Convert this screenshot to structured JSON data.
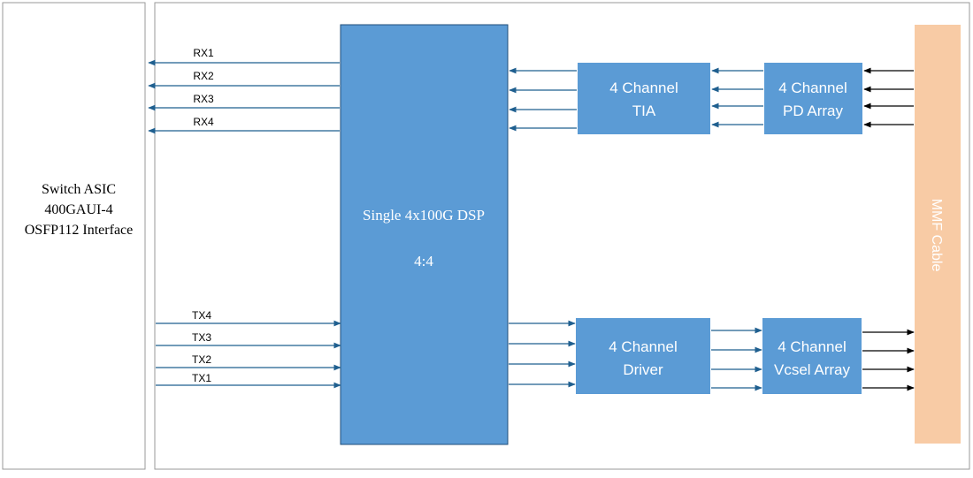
{
  "asic": {
    "line1": "Switch ASIC",
    "line2": "400GAUI-4",
    "line3": "OSFP112 Interface"
  },
  "dsp": {
    "line1": "Single 4x100G DSP",
    "line2": "4:4"
  },
  "rx_labels": [
    "RX1",
    "RX2",
    "RX3",
    "RX4"
  ],
  "tx_labels": [
    "TX4",
    "TX3",
    "TX2",
    "TX1"
  ],
  "tia": {
    "line1": "4 Channel",
    "line2": "TIA"
  },
  "pd_array": {
    "line1": "4 Channel",
    "line2": "PD Array"
  },
  "driver": {
    "line1": "4 Channel",
    "line2": "Driver"
  },
  "vcsel_array": {
    "line1": "4 Channel",
    "line2": "Vcsel Array"
  },
  "cable": {
    "label": "MMF Cable"
  },
  "colors": {
    "block_fill": "#5b9bd5",
    "block_text": "#ffffff",
    "signal_line": "#1f5f8f",
    "cable_fill": "#f8cba5",
    "cable_text": "#ffffff",
    "frame": "#9a9a9a",
    "optical_line": "#000000"
  }
}
